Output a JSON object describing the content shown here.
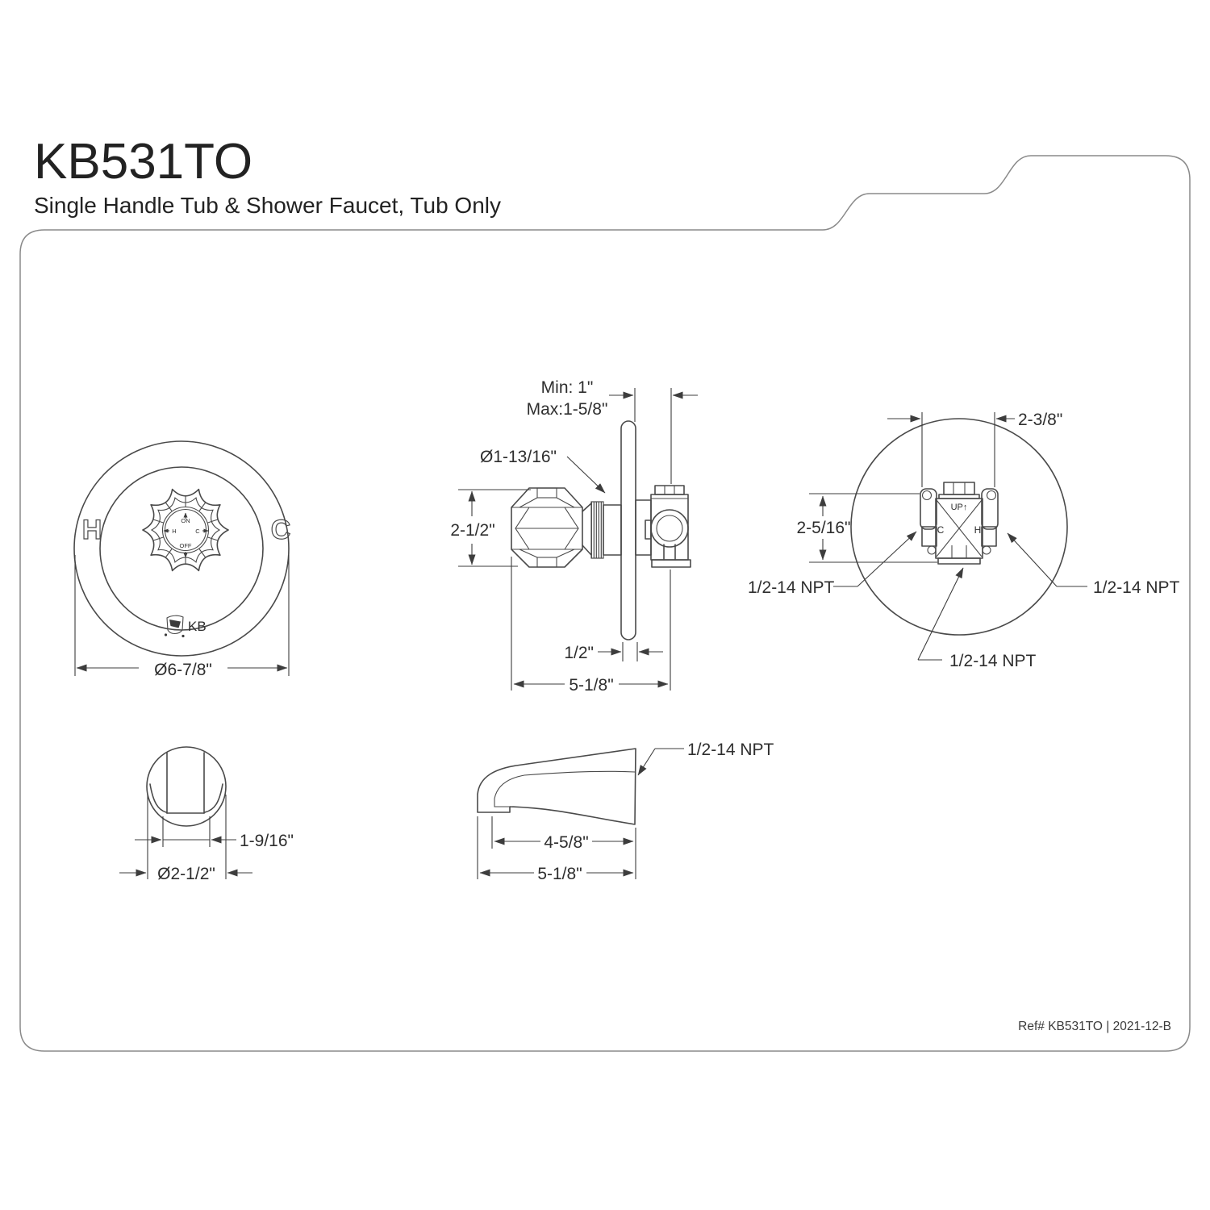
{
  "header": {
    "model": "KB531TO",
    "subtitle": "Single Handle Tub & Shower Faucet, Tub Only"
  },
  "footer": {
    "reference": "Ref# KB531TO | 2021-12-B"
  },
  "front_view": {
    "hot": "H",
    "cold": "C",
    "knob": {
      "on": "ON",
      "off": "OFF",
      "hot": "H",
      "cold": "C"
    },
    "brand": "KB",
    "dims": {
      "diameter": "Ø6-7/8\""
    }
  },
  "side_view": {
    "dims": {
      "wall_min": "Min: 1\"",
      "wall_max": "Max:1-5/8\"",
      "handle_diameter": "Ø1-13/16\"",
      "handle_height": "2-1/2\"",
      "plate_thickness": "1/2\"",
      "overall_depth": "5-1/8\""
    }
  },
  "back_view": {
    "up": "UP↑",
    "cold": "C",
    "hot": "H",
    "dims": {
      "port_spread": "2-3/8\"",
      "port_height": "2-5/16\"",
      "npt_left": "1/2-14 NPT",
      "npt_right": "1/2-14 NPT",
      "npt_bottom": "1/2-14 NPT"
    }
  },
  "spout_front_view": {
    "dims": {
      "opening_width": "1-9/16\"",
      "diameter": "Ø2-1/2\""
    }
  },
  "spout_side_view": {
    "dims": {
      "npt": "1/2-14 NPT",
      "reach": "4-5/8\"",
      "overall_length": "5-1/8\""
    }
  }
}
